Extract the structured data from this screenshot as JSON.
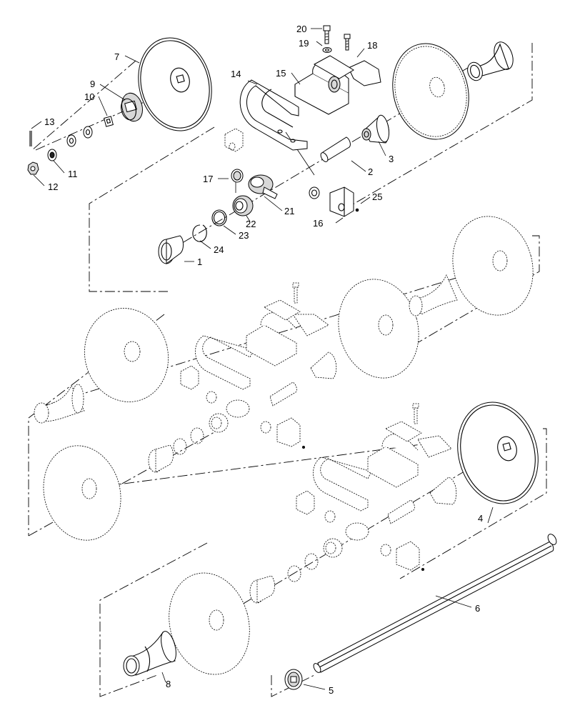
{
  "callouts": [
    {
      "id": "1",
      "text": "1"
    },
    {
      "id": "2",
      "text": "2"
    },
    {
      "id": "3",
      "text": "3"
    },
    {
      "id": "4",
      "text": "4"
    },
    {
      "id": "5",
      "text": "5"
    },
    {
      "id": "6",
      "text": "6"
    },
    {
      "id": "7",
      "text": "7"
    },
    {
      "id": "8",
      "text": "8"
    },
    {
      "id": "9",
      "text": "9"
    },
    {
      "id": "10",
      "text": "10"
    },
    {
      "id": "11",
      "text": "11"
    },
    {
      "id": "12",
      "text": "12"
    },
    {
      "id": "13",
      "text": "13"
    },
    {
      "id": "14",
      "text": "14"
    },
    {
      "id": "15",
      "text": "15"
    },
    {
      "id": "16",
      "text": "16"
    },
    {
      "id": "17",
      "text": "17"
    },
    {
      "id": "18",
      "text": "18"
    },
    {
      "id": "19",
      "text": "19"
    },
    {
      "id": "20",
      "text": "20"
    },
    {
      "id": "21",
      "text": "21"
    },
    {
      "id": "22",
      "text": "22"
    },
    {
      "id": "23",
      "text": "23"
    },
    {
      "id": "24",
      "text": "24"
    },
    {
      "id": "25",
      "text": "25"
    }
  ],
  "stroke_color": "#000000",
  "background_color": "#ffffff"
}
